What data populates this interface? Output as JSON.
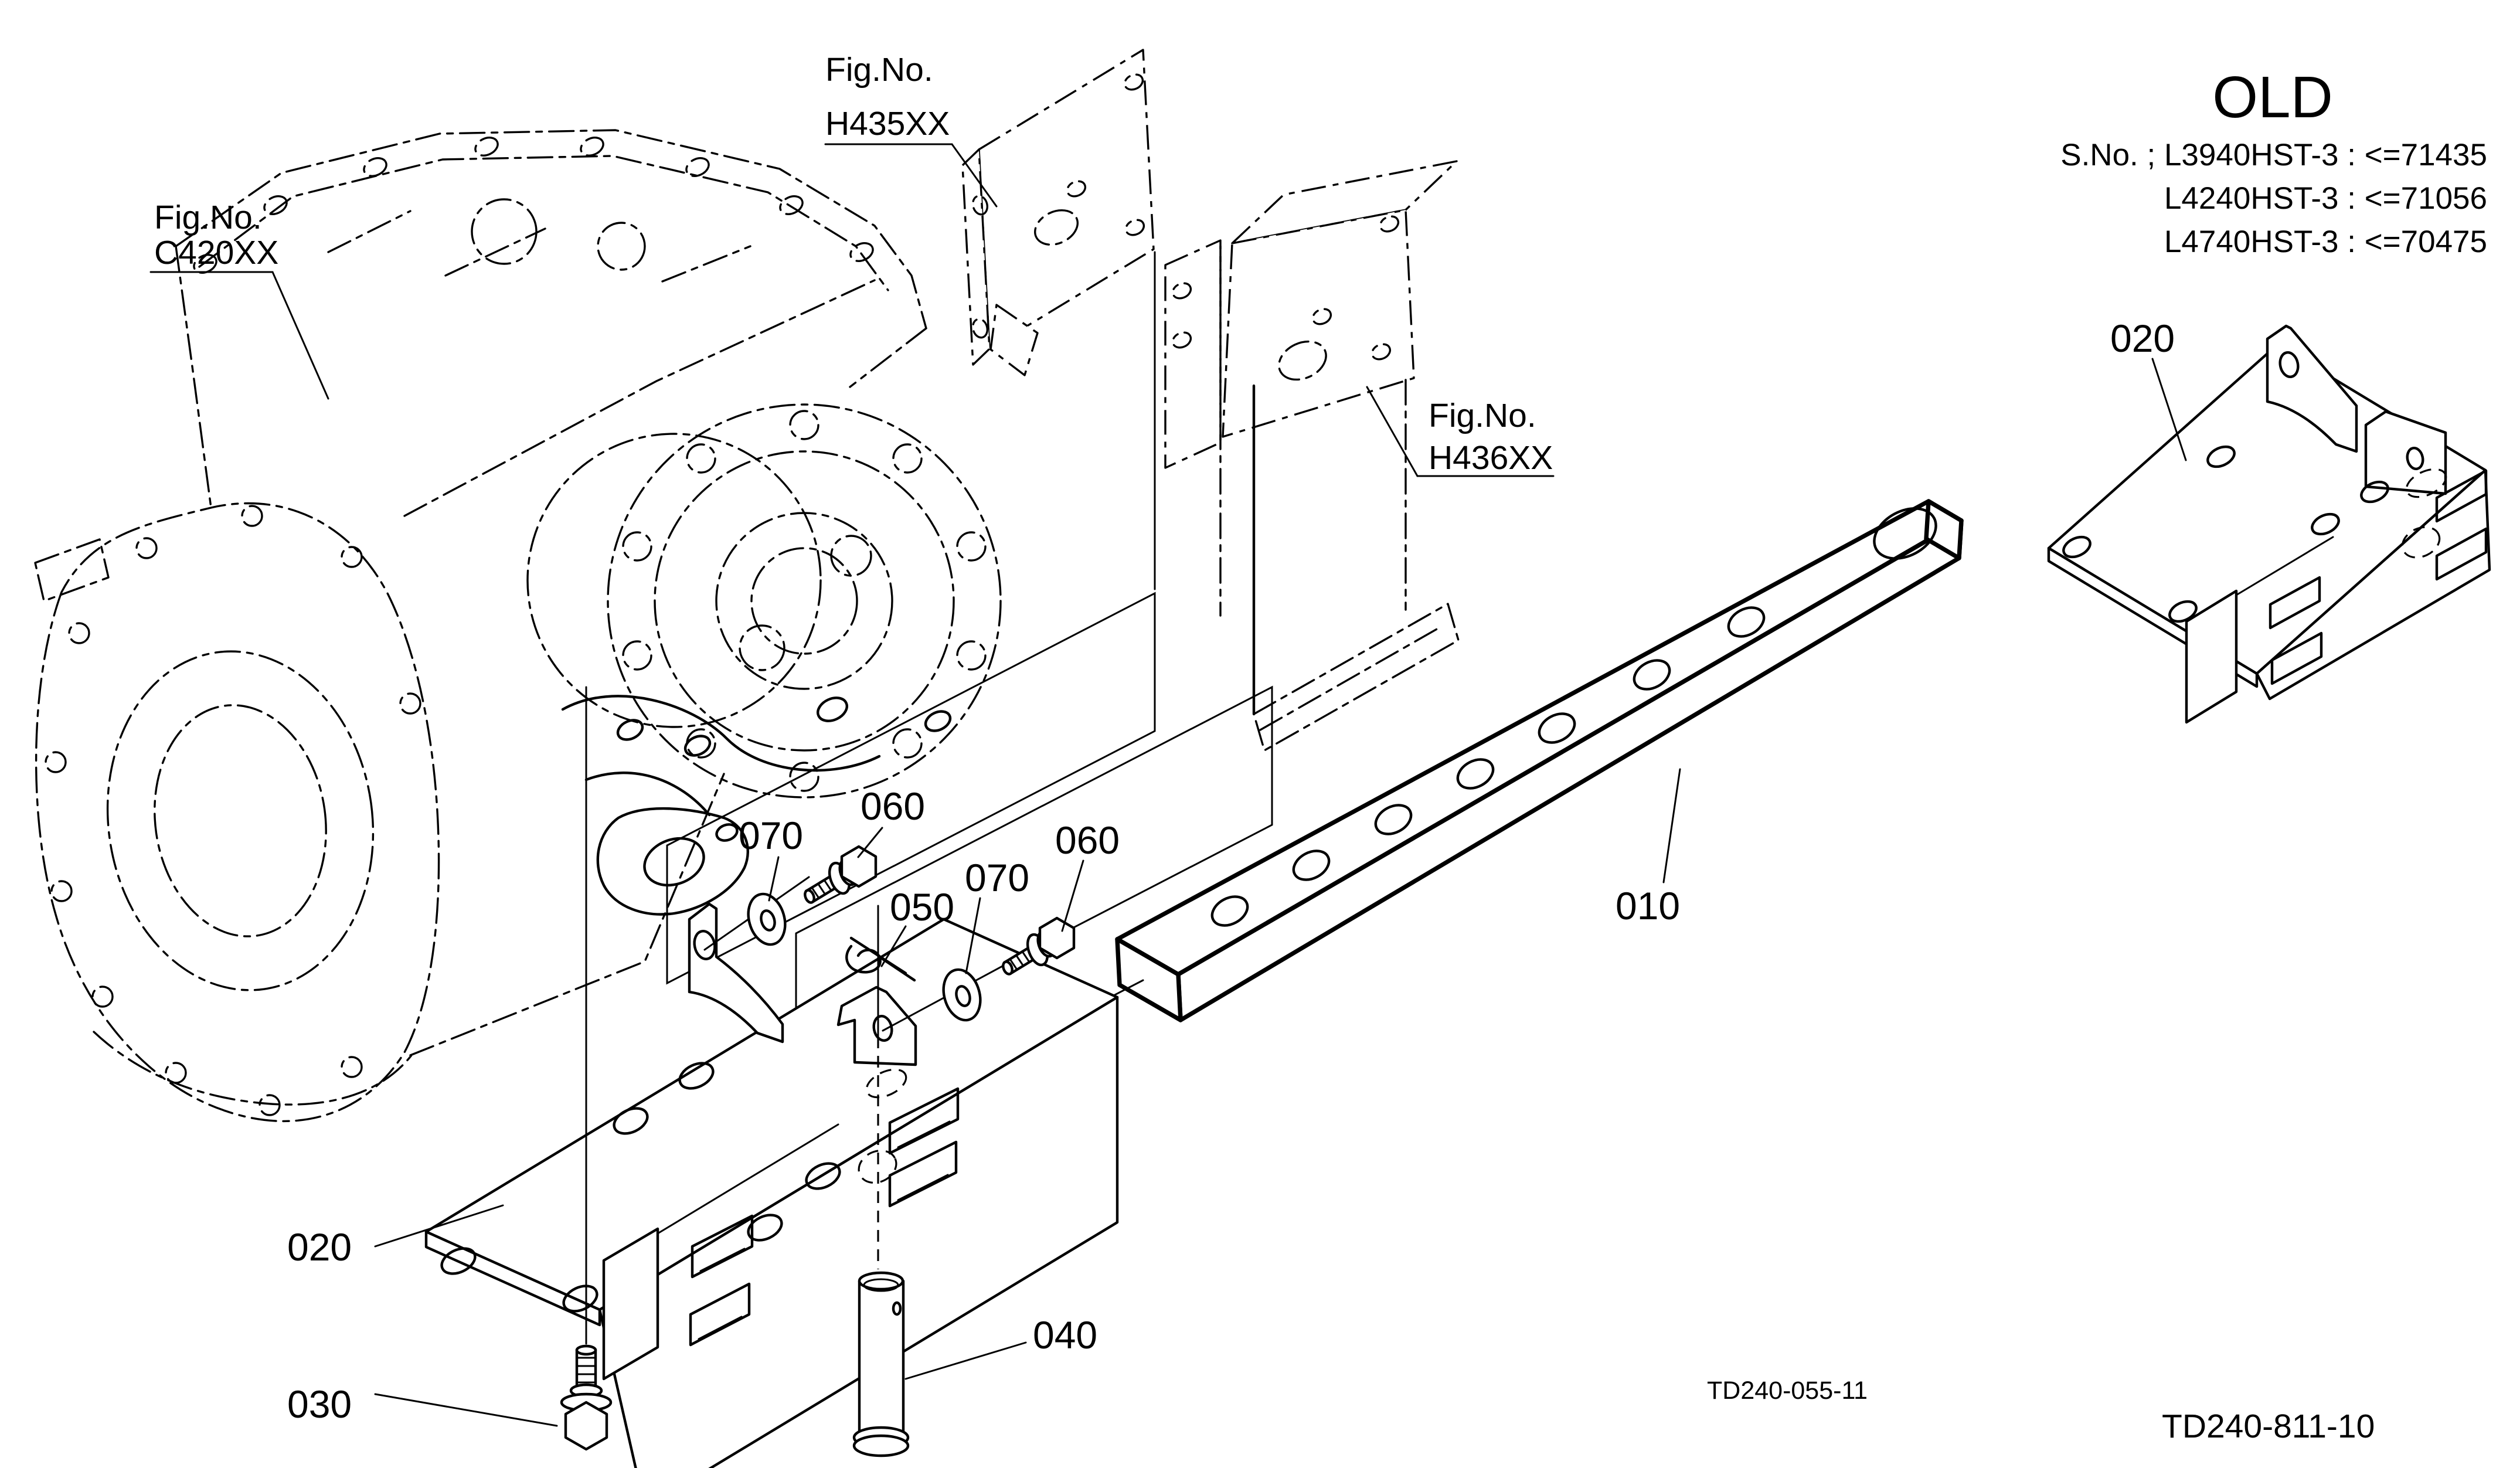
{
  "page": {
    "background": "#ffffff",
    "line_color": "#000000"
  },
  "header": {
    "old_title": "OLD",
    "serial_line1": "S.No. ; L3940HST-3 : <=71435",
    "serial_line2": "L4240HST-3 : <=71056",
    "serial_line3": "L4740HST-3 : <=70475"
  },
  "fig_refs": {
    "prefix": "Fig.No.",
    "c420": "C420XX",
    "h435": "H435XX",
    "h436": "H436XX"
  },
  "parts": {
    "p010": "010",
    "p020": "020",
    "p030": "030",
    "p040": "040",
    "p050": "050",
    "p060": "060",
    "p070": "070"
  },
  "footer": {
    "doc_small": "TD240-055-11",
    "doc_main": "TD240-811-10"
  }
}
